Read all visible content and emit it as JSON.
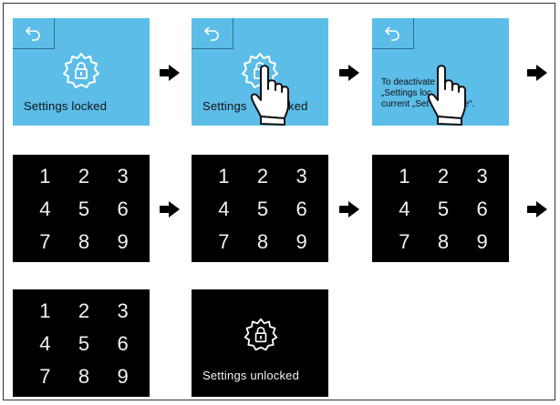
{
  "screens": {
    "locked_label": "Settings locked",
    "tapped_label_left": "Settings",
    "tapped_label_right": "ked",
    "msg_line1": "To deactivate",
    "msg_line2": "„Settings loc     enter",
    "msg_line3": "current „Set        code“.",
    "unlocked_label": "Settings unlocked"
  },
  "keypad_digits": [
    "1",
    "2",
    "3",
    "4",
    "5",
    "6",
    "7",
    "8",
    "9"
  ],
  "icons": {
    "back": "back-arrow-icon",
    "gear_lock": "gear-lock-icon",
    "hand": "pointing-hand-icon",
    "arrow": "right-arrow-icon"
  },
  "colors": {
    "screen_blue": "#5bbde8",
    "screen_black": "#000000",
    "key_text": "#f2f2f2"
  }
}
